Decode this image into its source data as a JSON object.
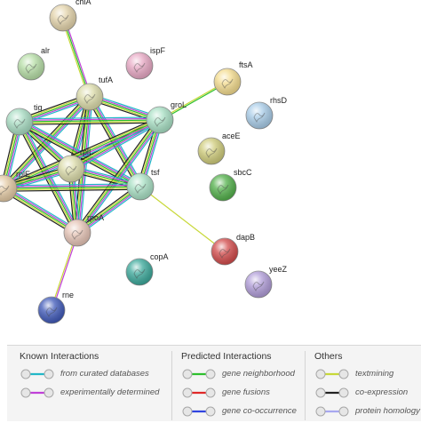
{
  "nodes": [
    {
      "id": "chiA",
      "label": "chiA",
      "color": "#e4d4ab"
    },
    {
      "id": "alr",
      "label": "alr",
      "color": "#b6dea6"
    },
    {
      "id": "ispF",
      "label": "ispF",
      "color": "#e8a8c4"
    },
    {
      "id": "ftsA",
      "label": "ftsA",
      "color": "#f4dc8e"
    },
    {
      "id": "tufA",
      "label": "tufA",
      "color": "#dcdcaa"
    },
    {
      "id": "tig",
      "label": "tig",
      "color": "#a7dcc2"
    },
    {
      "id": "groL",
      "label": "groL",
      "color": "#a8e0c4"
    },
    {
      "id": "rhsD",
      "label": "rhsD",
      "color": "#a8cce8"
    },
    {
      "id": "aceE",
      "label": "aceE",
      "color": "#cfcc7a"
    },
    {
      "id": "rplL",
      "label": "rplL",
      "color": "#dcdcaa"
    },
    {
      "id": "rplE",
      "label": "rplE",
      "color": "#e4caa4"
    },
    {
      "id": "tsf",
      "label": "tsf",
      "color": "#a8e0c4"
    },
    {
      "id": "sbcC",
      "label": "sbcC",
      "color": "#52b04a"
    },
    {
      "id": "rpoA",
      "label": "rpoA",
      "color": "#e6c4b6"
    },
    {
      "id": "dapB",
      "label": "dapB",
      "color": "#d24a4a"
    },
    {
      "id": "copA",
      "label": "copA",
      "color": "#3aa89a"
    },
    {
      "id": "yeeZ",
      "label": "yeeZ",
      "color": "#b09cd8"
    },
    {
      "id": "rne",
      "label": "rne",
      "color": "#3e58b8"
    }
  ],
  "edges": [
    {
      "source": "chiA",
      "target": "tufA",
      "types": [
        "textmining",
        "neighborhood",
        "experimental"
      ]
    },
    {
      "source": "ftsA",
      "target": "groL",
      "types": [
        "textmining",
        "neighborhood"
      ]
    },
    {
      "source": "tsf",
      "target": "dapB",
      "types": [
        "textmining"
      ]
    },
    {
      "source": "rpoA",
      "target": "rne",
      "types": [
        "textmining",
        "experimental"
      ]
    },
    {
      "source": "tufA",
      "target": "tig",
      "types": [
        "curated",
        "experimental",
        "textmining",
        "coexpression",
        "neighborhood"
      ]
    },
    {
      "source": "tufA",
      "target": "groL",
      "types": [
        "curated",
        "experimental",
        "textmining",
        "coexpression",
        "neighborhood"
      ]
    },
    {
      "source": "tufA",
      "target": "rplL",
      "types": [
        "curated",
        "experimental",
        "textmining",
        "coexpression",
        "neighborhood"
      ]
    },
    {
      "source": "tufA",
      "target": "rplE",
      "types": [
        "curated",
        "experimental",
        "textmining",
        "coexpression",
        "neighborhood"
      ]
    },
    {
      "source": "tufA",
      "target": "tsf",
      "types": [
        "curated",
        "experimental",
        "textmining",
        "coexpression",
        "neighborhood"
      ]
    },
    {
      "source": "tufA",
      "target": "rpoA",
      "types": [
        "curated",
        "experimental",
        "textmining",
        "coexpression",
        "neighborhood"
      ]
    },
    {
      "source": "tig",
      "target": "groL",
      "types": [
        "curated",
        "experimental",
        "textmining",
        "coexpression",
        "neighborhood"
      ]
    },
    {
      "source": "tig",
      "target": "rplL",
      "types": [
        "curated",
        "experimental",
        "textmining",
        "coexpression",
        "neighborhood"
      ]
    },
    {
      "source": "tig",
      "target": "rplE",
      "types": [
        "curated",
        "experimental",
        "textmining",
        "coexpression",
        "neighborhood"
      ]
    },
    {
      "source": "tig",
      "target": "tsf",
      "types": [
        "curated",
        "experimental",
        "textmining",
        "coexpression",
        "neighborhood"
      ]
    },
    {
      "source": "tig",
      "target": "rpoA",
      "types": [
        "curated",
        "experimental",
        "textmining",
        "coexpression",
        "neighborhood"
      ]
    },
    {
      "source": "groL",
      "target": "rplL",
      "types": [
        "curated",
        "experimental",
        "textmining",
        "coexpression",
        "neighborhood"
      ]
    },
    {
      "source": "groL",
      "target": "rplE",
      "types": [
        "curated",
        "experimental",
        "textmining",
        "coexpression",
        "neighborhood"
      ]
    },
    {
      "source": "groL",
      "target": "tsf",
      "types": [
        "curated",
        "experimental",
        "textmining",
        "coexpression",
        "neighborhood"
      ]
    },
    {
      "source": "groL",
      "target": "rpoA",
      "types": [
        "curated",
        "experimental",
        "textmining",
        "coexpression",
        "neighborhood"
      ]
    },
    {
      "source": "rplL",
      "target": "rplE",
      "types": [
        "curated",
        "experimental",
        "textmining",
        "coexpression",
        "neighborhood"
      ]
    },
    {
      "source": "rplL",
      "target": "tsf",
      "types": [
        "curated",
        "experimental",
        "textmining",
        "coexpression",
        "neighborhood"
      ]
    },
    {
      "source": "rplL",
      "target": "rpoA",
      "types": [
        "curated",
        "experimental",
        "textmining",
        "coexpression",
        "neighborhood"
      ]
    },
    {
      "source": "rplE",
      "target": "tsf",
      "types": [
        "curated",
        "experimental",
        "textmining",
        "coexpression",
        "neighborhood"
      ]
    },
    {
      "source": "rplE",
      "target": "rpoA",
      "types": [
        "curated",
        "experimental",
        "textmining",
        "coexpression",
        "neighborhood"
      ]
    },
    {
      "source": "tsf",
      "target": "rpoA",
      "types": [
        "curated",
        "experimental",
        "textmining",
        "coexpression",
        "neighborhood"
      ]
    }
  ],
  "edge_colors": {
    "curated": "#22b8c8",
    "experimental": "#c040d8",
    "neighborhood": "#2ec02e",
    "fusion": "#e02828",
    "cooccurrence": "#3044e0",
    "textmining": "#c8d838",
    "coexpression": "#222222",
    "homology": "#a8a8f0"
  },
  "legend": {
    "known": {
      "title": "Known Interactions",
      "items": [
        {
          "label": "from curated databases",
          "color": "#22b8c8"
        },
        {
          "label": "experimentally determined",
          "color": "#c040d8"
        }
      ]
    },
    "predicted": {
      "title": "Predicted Interactions",
      "items": [
        {
          "label": "gene neighborhood",
          "color": "#2ec02e"
        },
        {
          "label": "gene fusions",
          "color": "#e02828"
        },
        {
          "label": "gene co-occurrence",
          "color": "#3044e0"
        }
      ]
    },
    "others": {
      "title": "Others",
      "items": [
        {
          "label": "textmining",
          "color": "#c8d838"
        },
        {
          "label": "co-expression",
          "color": "#222222"
        },
        {
          "label": "protein homology",
          "color": "#a8a8f0"
        }
      ]
    }
  }
}
